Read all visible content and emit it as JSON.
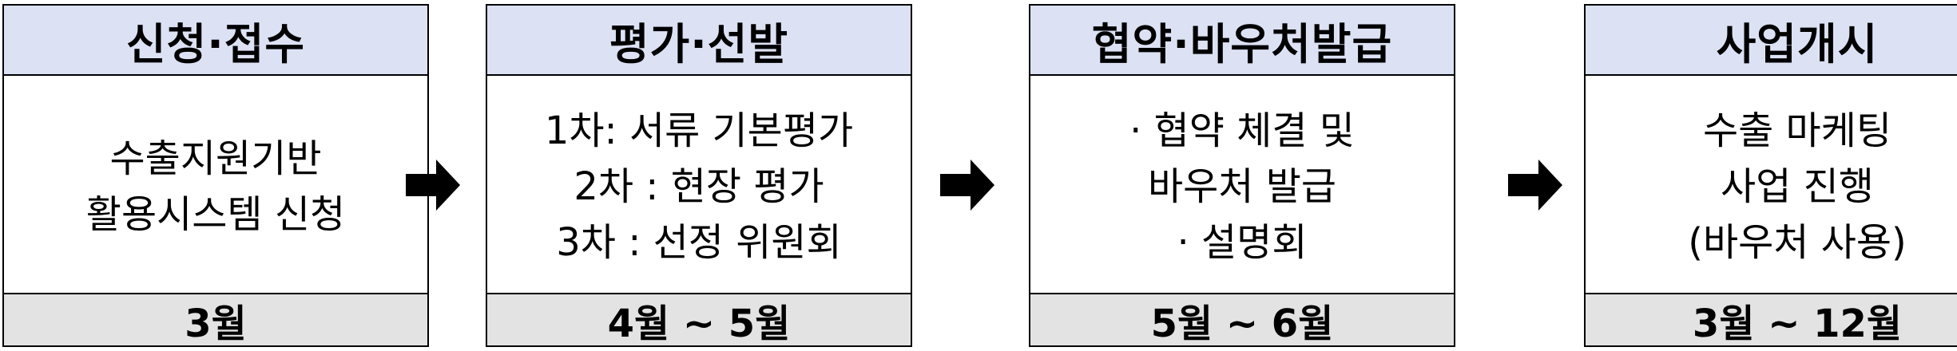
{
  "colors": {
    "header_bg": "#dce1f4",
    "footer_bg": "#e3e3e3",
    "border": "#000000",
    "arrow": "#000000"
  },
  "stages": [
    {
      "title": "신청·접수",
      "lines": [
        "수출지원기반",
        "활용시스템 신청"
      ],
      "period": "3월"
    },
    {
      "title": "평가·선발",
      "lines": [
        "1차: 서류 기본평가",
        "2차 : 현장 평가",
        "3차 : 선정 위원회"
      ],
      "period": "4월 ~ 5월"
    },
    {
      "title": "협약·바우처발급",
      "lines": [
        "· 협약 체결 및",
        "바우처 발급",
        "· 설명회"
      ],
      "period": "5월 ~ 6월"
    },
    {
      "title": "사업개시",
      "lines": [
        "수출 마케팅",
        "사업 진행",
        "(바우처 사용)"
      ],
      "period": "3월 ~ 12월"
    }
  ],
  "arrows": [
    {
      "icon": "right-arrow-icon"
    },
    {
      "icon": "right-arrow-icon"
    },
    {
      "icon": "right-arrow-icon"
    }
  ]
}
